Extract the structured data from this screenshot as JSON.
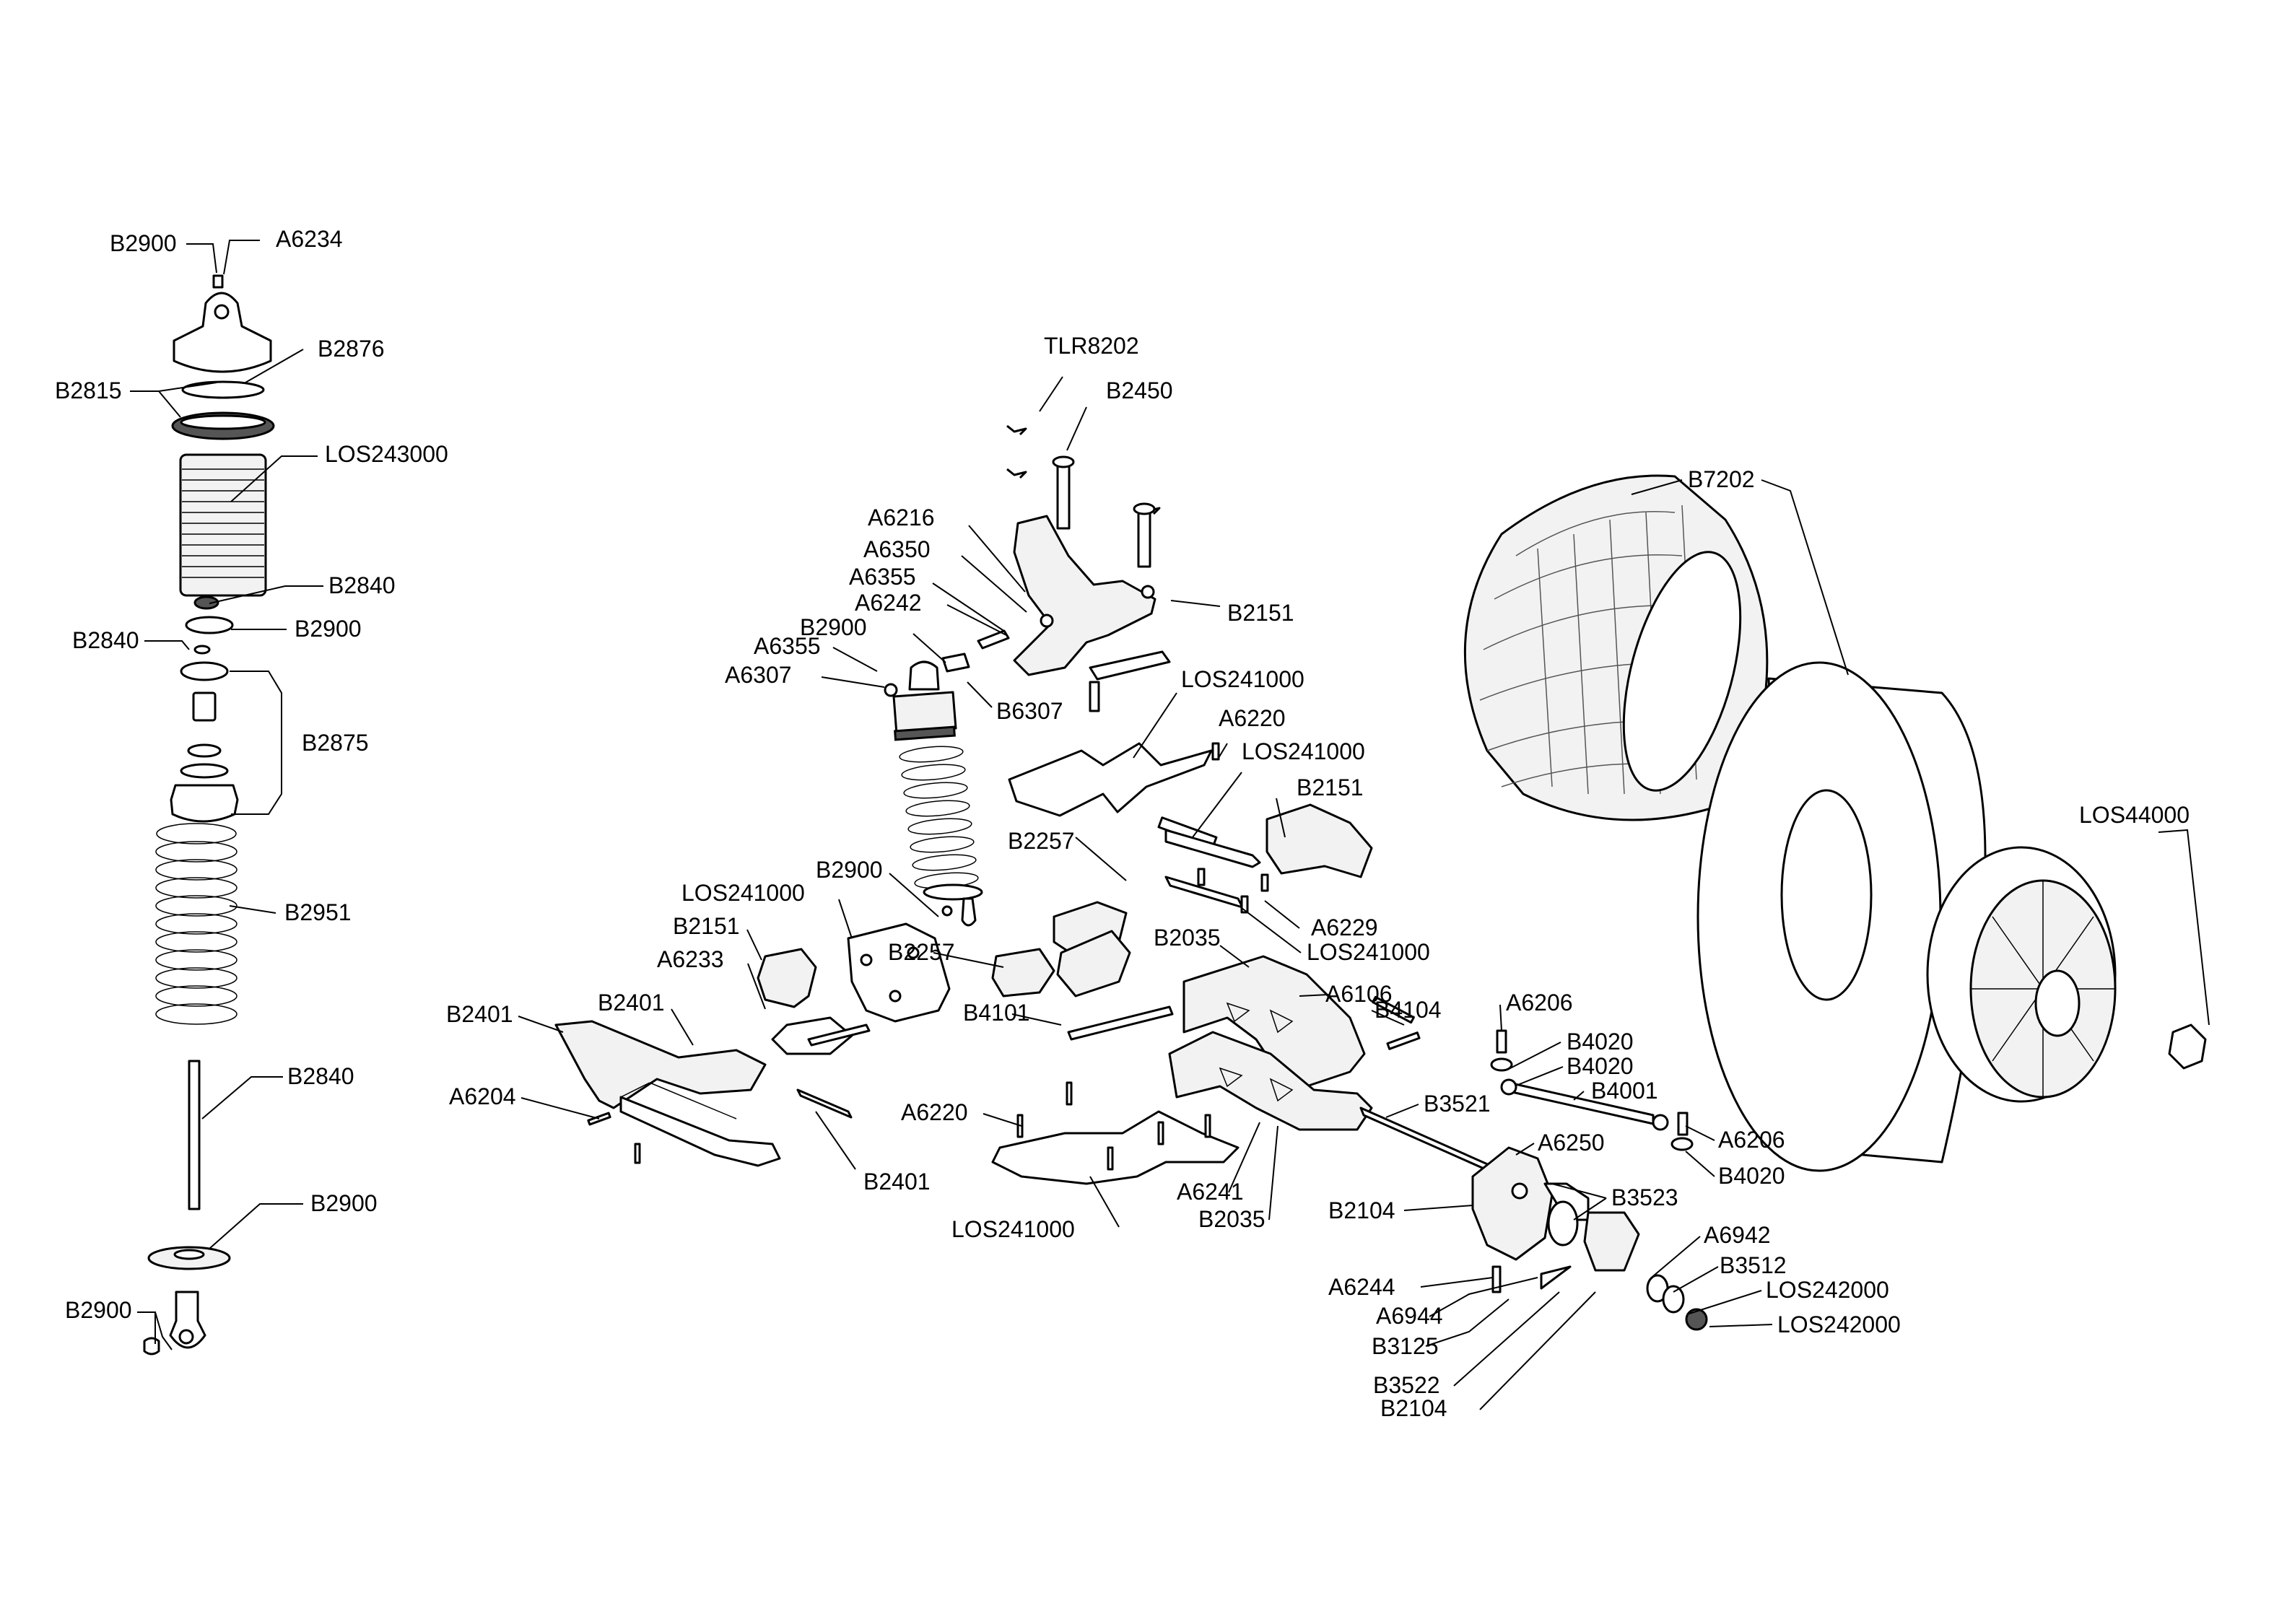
{
  "labels": {
    "B2900_top": "B2900",
    "A6234": "A6234",
    "B2876": "B2876",
    "B2815": "B2815",
    "LOS243000": "LOS243000",
    "B2840_a": "B2840",
    "B2900_b": "B2900",
    "B2840_b": "B2840",
    "B2875": "B2875",
    "B2951": "B2951",
    "B2840_c": "B2840",
    "B2900_c": "B2900",
    "B2900_d": "B2900",
    "TLR8202": "TLR8202",
    "B2450": "B2450",
    "A6216": "A6216",
    "A6350": "A6350",
    "A6355_a": "A6355",
    "A6242": "A6242",
    "B2900_e": "B2900",
    "A6355_b": "A6355",
    "A6307": "A6307",
    "B2151_a": "B2151",
    "B6307": "B6307",
    "LOS241000_a": "LOS241000",
    "A6220_a": "A6220",
    "LOS241000_b": "LOS241000",
    "B2151_b": "B2151",
    "B2257_a": "B2257",
    "B2900_f": "B2900",
    "LOS241000_c": "LOS241000",
    "B2151_c": "B2151",
    "A6233": "A6233",
    "B2401_a": "B2401",
    "B2401_b": "B2401",
    "A6204": "A6204",
    "B2401_c": "B2401",
    "B2257_b": "B2257",
    "B4101": "B4101",
    "A6220_b": "A6220",
    "LOS241000_d": "LOS241000",
    "A6229": "A6229",
    "LOS241000_e": "LOS241000",
    "B2035_a": "B2035",
    "A6106": "A6106",
    "B4104": "B4104",
    "A6241": "A6241",
    "B2035_b": "B2035",
    "B3521": "B3521",
    "A6206_a": "A6206",
    "B4020_a": "B4020",
    "B4020_b": "B4020",
    "B4001": "B4001",
    "A6250": "A6250",
    "A6206_b": "A6206",
    "B4020_c": "B4020",
    "B3523": "B3523",
    "B2104_a": "B2104",
    "A6244": "A6244",
    "A6944": "A6944",
    "B3125": "B3125",
    "B3522": "B3522",
    "B2104_b": "B2104",
    "A6942": "A6942",
    "B3512": "B3512",
    "LOS242000_a": "LOS242000",
    "LOS242000_b": "LOS242000",
    "B7202": "B7202",
    "LOS44000": "LOS44000"
  }
}
